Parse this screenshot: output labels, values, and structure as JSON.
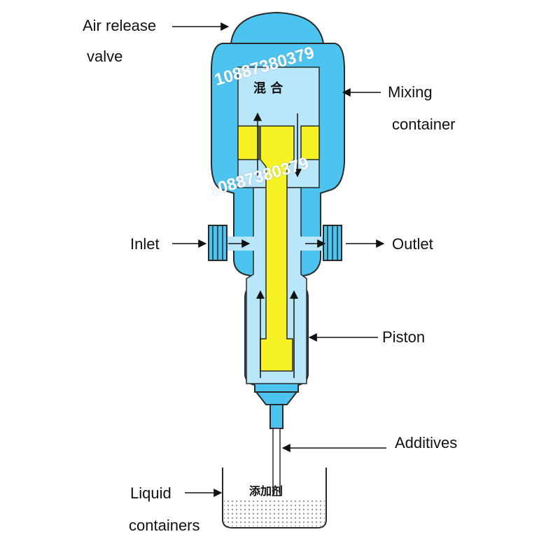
{
  "labels": {
    "air_release_line1": "Air release",
    "air_release_line2": "valve",
    "mixing_line1": "Mixing",
    "mixing_line2": "container",
    "inlet": "Inlet",
    "outlet": "Outlet",
    "piston": "Piston",
    "additives": "Additives",
    "liquid_line1": "Liquid",
    "liquid_line2": "containers"
  },
  "chinese_labels": {
    "mixing": "混 合",
    "additive": "添加剂"
  },
  "watermark": "10887380379",
  "colors": {
    "body_blue": "#4cc4ef",
    "inner_blue": "#b9e6f8",
    "piston_yellow": "#f6f224",
    "outline": "#2a2a2a",
    "liquid_dots": "#9a9a9a"
  }
}
